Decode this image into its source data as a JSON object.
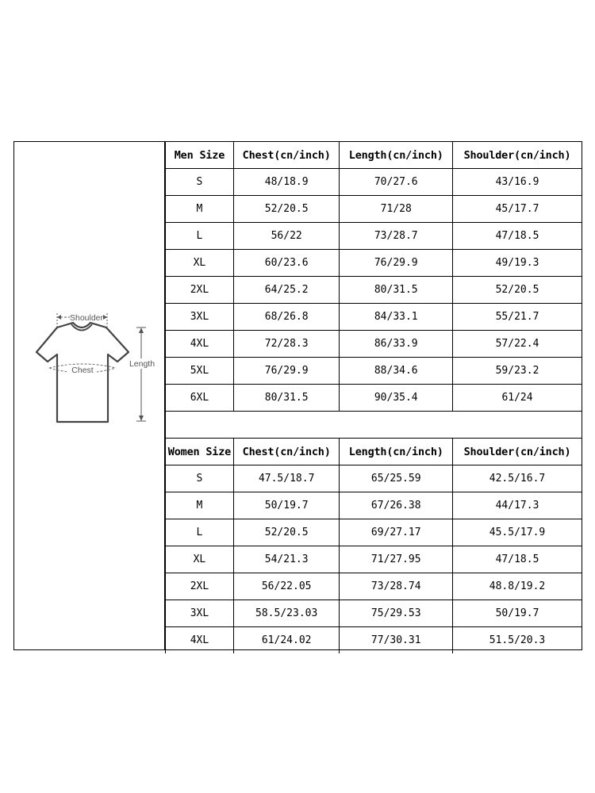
{
  "diagram": {
    "shoulder_label": "Shoulder",
    "chest_label": "Chest",
    "length_label": "Length"
  },
  "men": {
    "headers": [
      "Men Size",
      "Chest(cn/inch)",
      "Length(cn/inch)",
      "Shoulder(cn/inch)"
    ],
    "rows": [
      [
        "S",
        "48/18.9",
        "70/27.6",
        "43/16.9"
      ],
      [
        "M",
        "52/20.5",
        "71/28",
        "45/17.7"
      ],
      [
        "L",
        "56/22",
        "73/28.7",
        "47/18.5"
      ],
      [
        "XL",
        "60/23.6",
        "76/29.9",
        "49/19.3"
      ],
      [
        "2XL",
        "64/25.2",
        "80/31.5",
        "52/20.5"
      ],
      [
        "3XL",
        "68/26.8",
        "84/33.1",
        "55/21.7"
      ],
      [
        "4XL",
        "72/28.3",
        "86/33.9",
        "57/22.4"
      ],
      [
        "5XL",
        "76/29.9",
        "88/34.6",
        "59/23.2"
      ],
      [
        "6XL",
        "80/31.5",
        "90/35.4",
        "61/24"
      ]
    ]
  },
  "women": {
    "headers": [
      "Women Size",
      "Chest(cn/inch)",
      "Length(cn/inch)",
      "Shoulder(cn/inch)"
    ],
    "rows": [
      [
        "S",
        "47.5/18.7",
        "65/25.59",
        "42.5/16.7"
      ],
      [
        "M",
        "50/19.7",
        "67/26.38",
        "44/17.3"
      ],
      [
        "L",
        "52/20.5",
        "69/27.17",
        "45.5/17.9"
      ],
      [
        "XL",
        "54/21.3",
        "71/27.95",
        "47/18.5"
      ],
      [
        "2XL",
        "56/22.05",
        "73/28.74",
        "48.8/19.2"
      ],
      [
        "3XL",
        "58.5/23.03",
        "75/29.53",
        "50/19.7"
      ],
      [
        "4XL",
        "61/24.02",
        "77/30.31",
        "51.5/20.3"
      ]
    ]
  }
}
